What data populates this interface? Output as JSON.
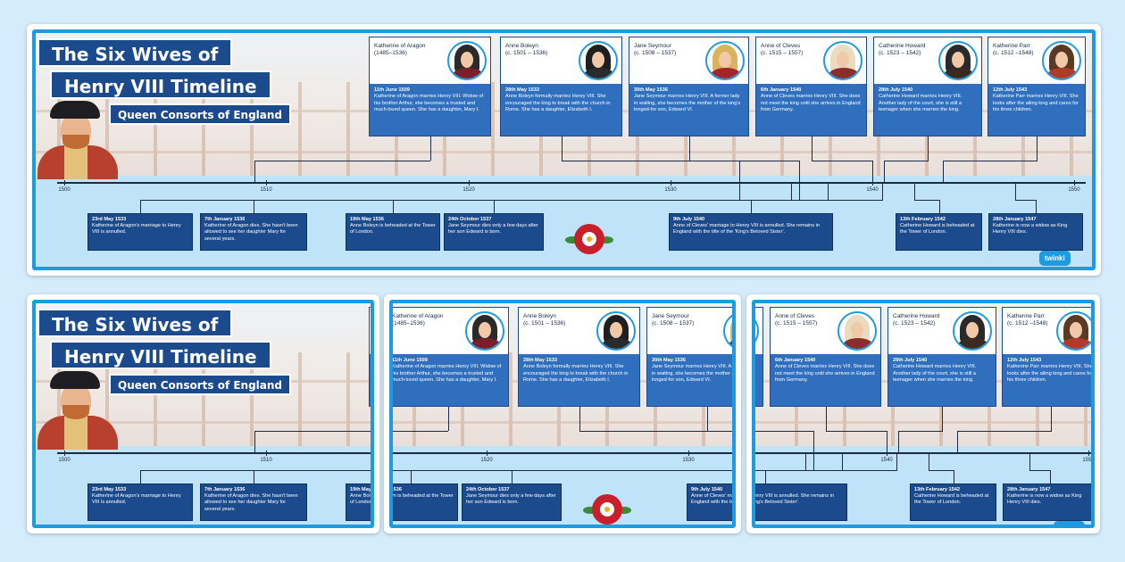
{
  "title_line1": "The Six Wives of",
  "title_line2": "Henry VIII Timeline",
  "subtitle": "Queen Consorts of England",
  "brand": "twinkl",
  "years": [
    "1500",
    "1510",
    "1520",
    "1530",
    "1540",
    "1550"
  ],
  "wives": [
    {
      "name": "Katherine of Aragon",
      "life": "(1485–1536)",
      "date": "11th June 1509",
      "text": "Katherine of Aragon marries Henry VIII. Widow of his brother Arthur, she becomes a trusted and much-loved queen. She has a daughter, Mary I.",
      "hood": "#2a2a2a",
      "dress": "#7a1f2a"
    },
    {
      "name": "Anne Boleyn",
      "life": "(c. 1501 – 1536)",
      "date": "28th May 1533",
      "text": "Anne Boleyn formally marries Henry VIII. She encouraged the king to break with the church in Rome. She has a daughter, Elizabeth I.",
      "hood": "#1f1f1f",
      "dress": "#2b2b2b"
    },
    {
      "name": "Jane Seymour",
      "life": "(c. 1508 – 1537)",
      "date": "30th May 1536",
      "text": "Jane Seymour marries Henry VIII. A former lady in waiting, she becomes the mother of the king's longed-for son, Edward VI.",
      "hood": "#d9b45a",
      "dress": "#a3252a"
    },
    {
      "name": "Anne of Cleves",
      "life": "(c. 1515 – 1557)",
      "date": "6th January 1540",
      "text": "Anne of Cleves marries Henry VIII. She does not meet the king until she arrives in England from Germany.",
      "hood": "#e9dcc0",
      "dress": "#8a2d2d"
    },
    {
      "name": "Catherine Howard",
      "life": "(c. 1523 – 1542)",
      "date": "28th July 1540",
      "text": "Catherine Howard marries Henry VIII. Another lady of the court, she is still a teenager when she marries the king.",
      "hood": "#2a2a2a",
      "dress": "#3b2a1e"
    },
    {
      "name": "Katherine Parr",
      "life": "(c. 1512 –1548)",
      "date": "12th July 1543",
      "text": "Katherine Parr marries Henry VIII. She looks after the ailing king and cares for his three children.",
      "hood": "#5a3a22",
      "dress": "#b13a2a"
    }
  ],
  "events": [
    {
      "date": "23rd May 1533",
      "text": "Katherine of Aragon's marriage to Henry VIII is annulled."
    },
    {
      "date": "7th January 1536",
      "text": "Katherine of Aragon dies. She hasn't been allowed to see her daughter Mary for several years."
    },
    {
      "date": "19th May 1536",
      "text": "Anne Boleyn is beheaded at the Tower of London."
    },
    {
      "date": "24th October 1537",
      "text": "Jane Seymour dies only a few days after her son Edward is born."
    },
    {
      "date": "9th July 1540",
      "text": "Anne of Cleves' marriage to Henry VIII is annulled. She remains in England with the title of the 'King's Beloved Sister'."
    },
    {
      "date": "13th February 1542",
      "text": "Catherine Howard is beheaded at the Tower of London."
    },
    {
      "date": "28th January 1547",
      "text": "Katherine is now a widow as King Henry VIII dies."
    }
  ]
}
